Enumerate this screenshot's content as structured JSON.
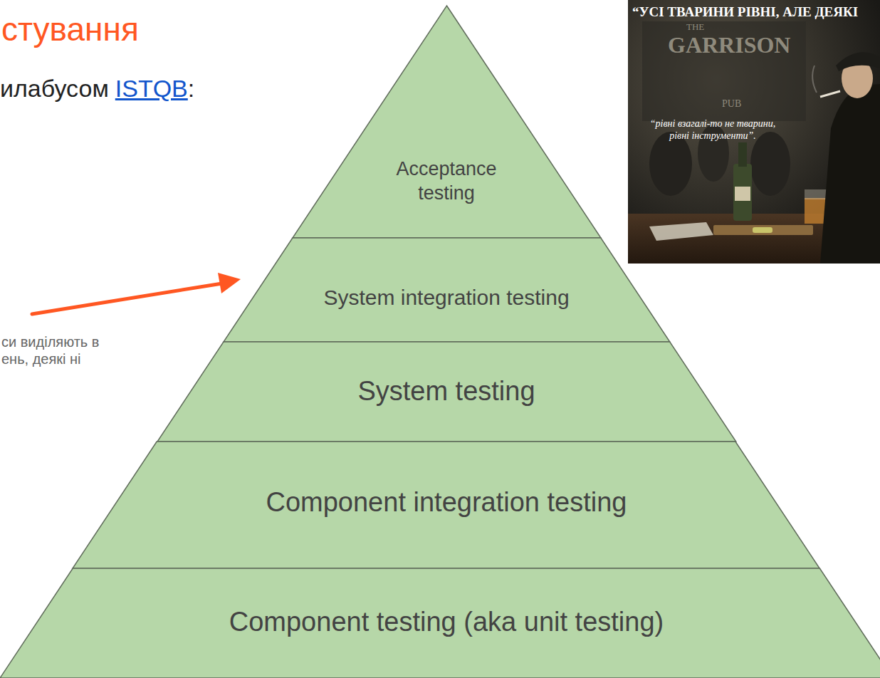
{
  "diagram": {
    "title": "стування",
    "nodes": [
      {
        "text": [
          "Acceptance testing"
        ]
      },
      {
        "text": [
          "System integration testing"
        ]
      },
      {
        "text": [
          "System testing"
        ]
      },
      {
        "text": [
          "Component integration testing"
        ]
      },
      {
        "text": [
          "Component testing (aka unit testing)"
        ]
      }
    ],
    "labels": [
      "илабусом",
      "ISTQB",
      ":",
      "си виділяють в ень, деякі ні",
      "“УСІ ТВАРИНИ РІВНІ, АЛЕ ДЕЯКІ",
      "THE",
      "GARRISON",
      "PUB",
      "“рівні взагалі-то не тварини, рівні інструменти”."
    ]
  }
}
